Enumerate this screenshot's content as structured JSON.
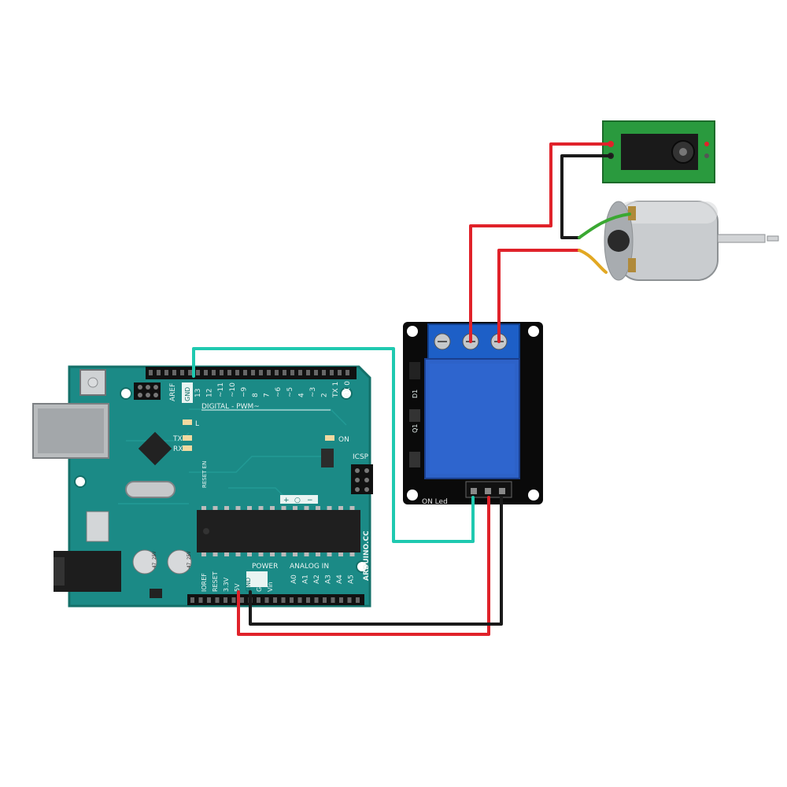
{
  "colors": {
    "board": "#1b8a86",
    "board_dark": "#137069",
    "relay_body": "#2d62c8",
    "relay_pcb": "#0a0a0a",
    "terminal": "#1d5fc7",
    "wire_red": "#e0222a",
    "wire_black": "#1a1a1a",
    "wire_signal": "#1fc9b0",
    "wire_green": "#3aa832",
    "wire_yellow": "#e2a823",
    "jack_pcb": "#2a9a3e",
    "motor_metal": "#c9cccf"
  },
  "arduino": {
    "aref": "AREF",
    "gnd_top": "GND",
    "pins_top": [
      "13",
      "12",
      "~11",
      "~10",
      "~9",
      "8",
      "7",
      "~6",
      "~5",
      "4",
      "~3",
      "2",
      "TX 1",
      "RX 0"
    ],
    "digital_label": "DIGITAL - PWM~",
    "tx": "TX",
    "rx": "RX",
    "l_led": "L",
    "on_led": "ON",
    "icsp": "ICSP",
    "reset_en": "RESET EN",
    "power_header": [
      "IOREF",
      "RESET",
      "3.3V",
      "5V",
      "GND",
      "GND",
      "Vin"
    ],
    "power_label": "POWER",
    "analog_label": "ANALOG IN",
    "analog_pins": [
      "A0",
      "A1",
      "A2",
      "A3",
      "A4",
      "A5"
    ],
    "brand": "ARDUINO.CC",
    "cap1": "47 25V",
    "cap2": "47 25V",
    "pm_icons": [
      "+",
      "○",
      "−"
    ]
  },
  "relay": {
    "on_led": "ON Led",
    "d1": "D1",
    "q1": "Q1"
  },
  "icons": [
    "usb-port-icon",
    "barrel-jack-icon",
    "motor-icon",
    "screw-terminal-icon"
  ]
}
